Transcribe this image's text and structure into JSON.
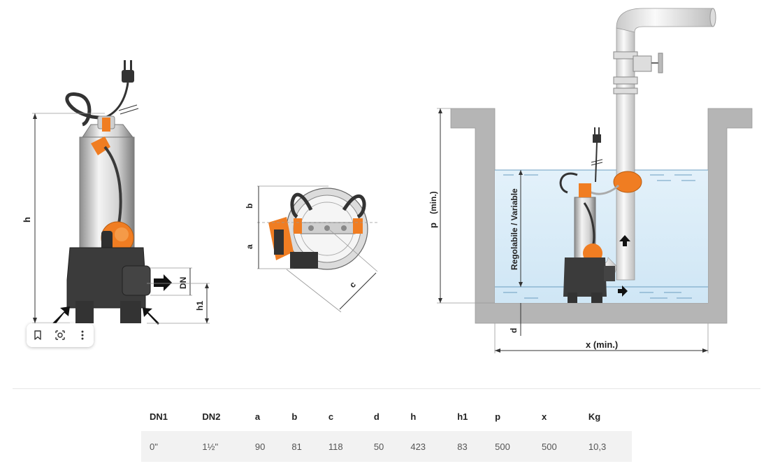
{
  "toolbar": {
    "icons": [
      "bookmark-icon",
      "lens-icon",
      "more-icon"
    ]
  },
  "drawing": {
    "labels": {
      "h": "h",
      "dn": "DN",
      "h1": "h1",
      "a": "a",
      "b": "b",
      "c": "c",
      "p": "p",
      "p_min": "(min.)",
      "d": "d",
      "x": "x (min.)",
      "regolabile": "Regolabile / Variable"
    }
  },
  "specs": {
    "headers": [
      "DN1",
      "DN2",
      "a",
      "b",
      "c",
      "d",
      "h",
      "h1",
      "p",
      "x",
      "Kg"
    ],
    "rows": [
      [
        "0\"",
        "1½\"",
        "90",
        "81",
        "118",
        "50",
        "423",
        "83",
        "500",
        "500",
        "10,3"
      ]
    ]
  },
  "colors": {
    "orange": "#f07d22",
    "pump_dark": "#3b3b3b",
    "water": "#d7ebf7",
    "wall": "#b5b5b5"
  }
}
